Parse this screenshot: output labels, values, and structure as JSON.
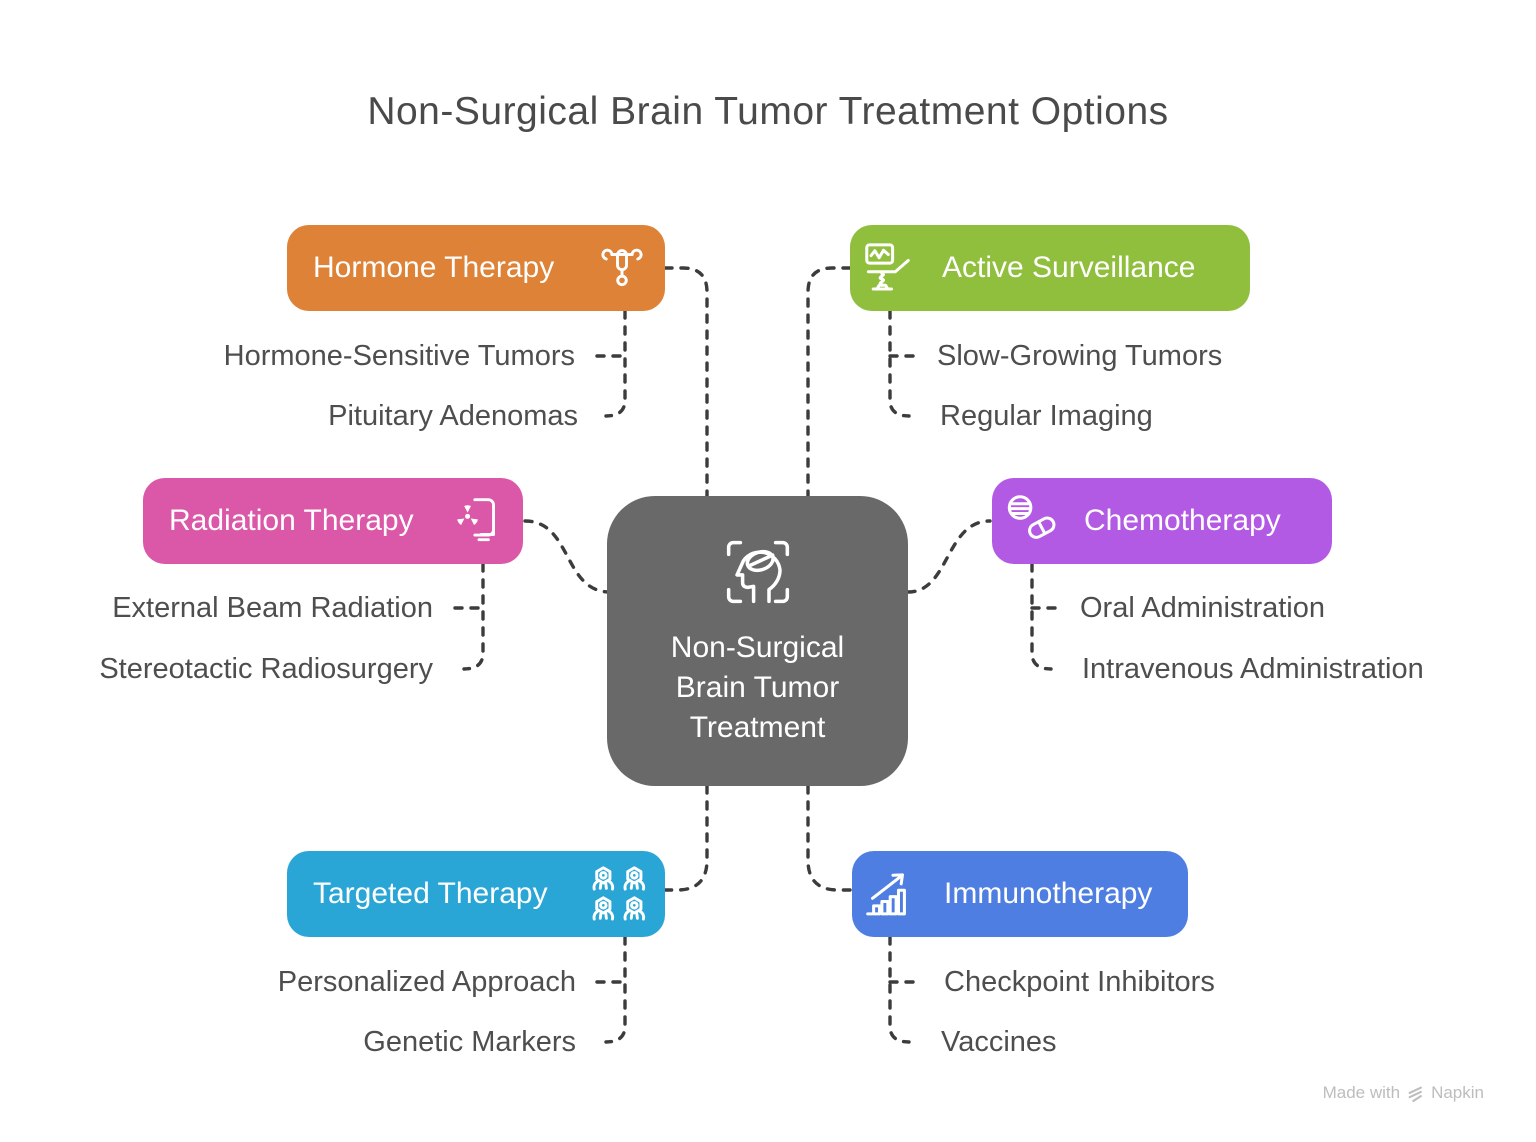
{
  "title": "Non-Surgical Brain Tumor Treatment Options",
  "center": {
    "label": "Non-Surgical Brain Tumor Treatment",
    "icon": "head-brain-scan-icon",
    "color": "#696969"
  },
  "branches": [
    {
      "name": "hormone-therapy",
      "label": "Hormone Therapy",
      "icon": "iud-hormone-icon",
      "color": "#DD8236",
      "children": [
        "Hormone-Sensitive Tumors",
        "Pituitary Adenomas"
      ]
    },
    {
      "name": "active-surveillance",
      "label": "Active Surveillance",
      "icon": "monitoring-chair-icon",
      "color": "#90BE3D",
      "children": [
        "Slow-Growing Tumors",
        "Regular Imaging"
      ]
    },
    {
      "name": "radiation-therapy",
      "label": "Radiation Therapy",
      "icon": "radiation-machine-icon",
      "color": "#DB57A8",
      "children": [
        "External Beam Radiation",
        "Stereotactic Radiosurgery"
      ]
    },
    {
      "name": "chemotherapy",
      "label": "Chemotherapy",
      "icon": "pills-icon",
      "color": "#B35AE5",
      "children": [
        "Oral Administration",
        "Intravenous Administration"
      ]
    },
    {
      "name": "targeted-therapy",
      "label": "Targeted Therapy",
      "icon": "virus-cells-icon",
      "color": "#29A6D6",
      "children": [
        "Personalized Approach",
        "Genetic Markers"
      ]
    },
    {
      "name": "immunotherapy",
      "label": "Immunotherapy",
      "icon": "rising-chart-icon",
      "color": "#4E7EE2",
      "children": [
        "Checkpoint Inhibitors",
        "Vaccines"
      ]
    }
  ],
  "connector_color": "#3C3C3C",
  "label_color": "#4e4e4e",
  "watermark": {
    "prefix": "Made with",
    "brand": "Napkin"
  }
}
